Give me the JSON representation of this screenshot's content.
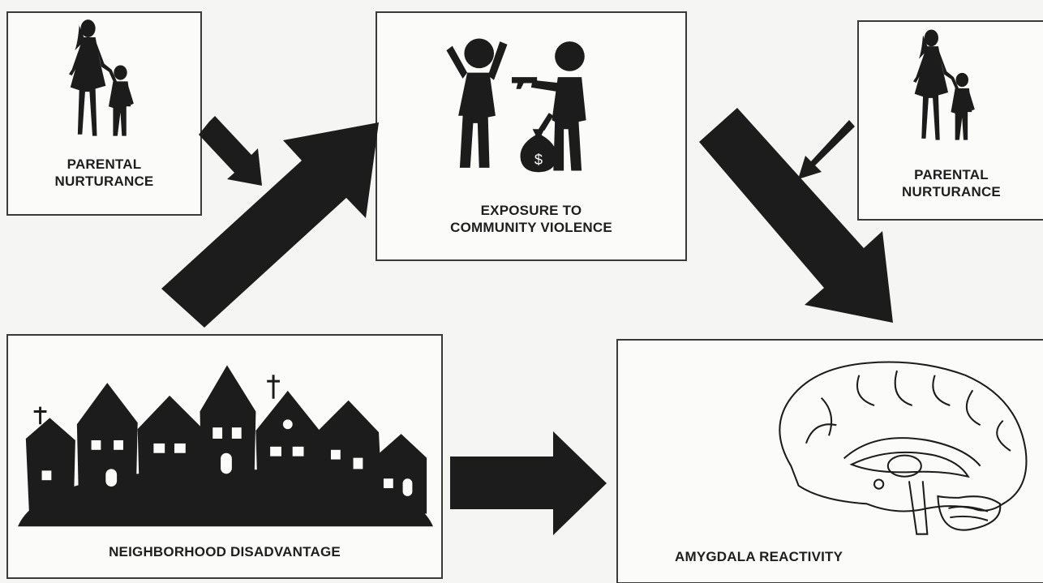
{
  "boxes": {
    "parental_left": {
      "line1": "PARENTAL",
      "line2": "NURTURANCE"
    },
    "exposure": {
      "line1": "EXPOSURE TO",
      "line2": "COMMUNITY VIOLENCE"
    },
    "parental_right": {
      "line1": "PARENTAL",
      "line2": "NURTURANCE"
    },
    "neighborhood": {
      "label": "NEIGHBORHOOD DISADVANTAGE"
    },
    "amygdala": {
      "label": "AMYGDALA REACTIVITY"
    }
  },
  "icons": {
    "parent_child": "mother-child-silhouette-icon",
    "robbery": "robbery-gunpoint-icon",
    "money_bag": "money-bag-icon",
    "houses": "neighborhood-houses-silhouette-icon",
    "brain": "brain-sagittal-icon"
  },
  "money_symbol": "$",
  "colors": {
    "ink": "#1c1c1c",
    "paper": "#fbfbfa",
    "background": "#f5f5f3"
  }
}
